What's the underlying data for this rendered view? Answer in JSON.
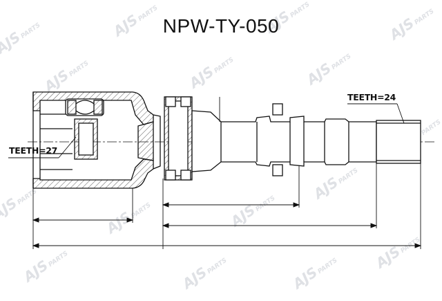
{
  "title": "NPW-TY-050",
  "labels": {
    "teeth_left": "TEETH=27",
    "teeth_right": "TEETH=24"
  },
  "watermark": {
    "brand": "AJS",
    "suffix": "PARTS"
  },
  "colors": {
    "line": "#111111",
    "hatch": "#555555",
    "watermark": "#dfe1e5"
  }
}
